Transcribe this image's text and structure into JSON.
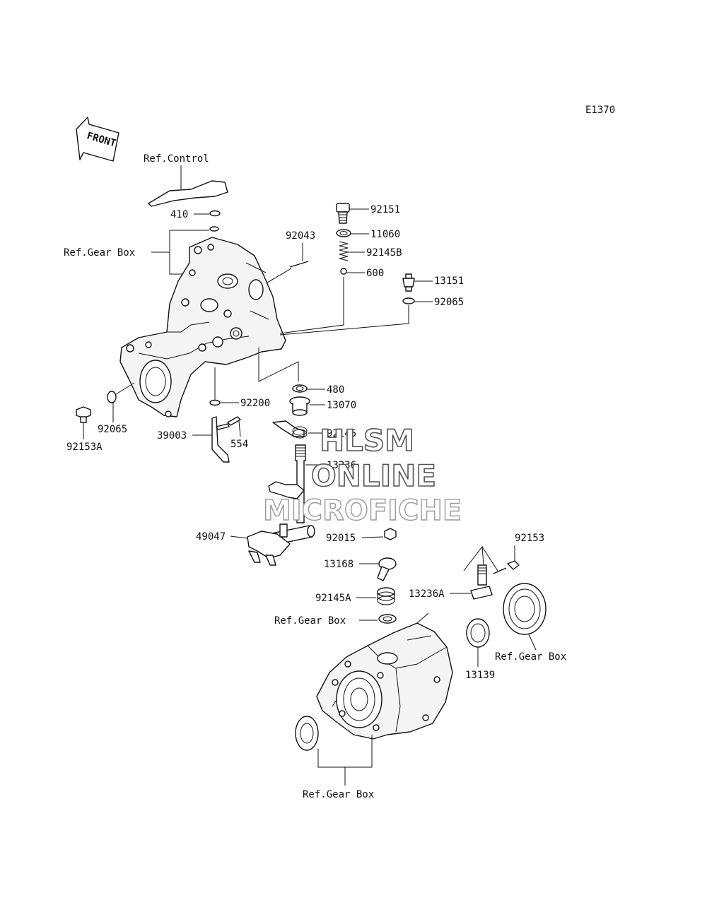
{
  "diagram_code": "E1370",
  "front_label": "FRONT",
  "callouts": {
    "ref_control": "Ref.Control",
    "ref_gear_box": "Ref.Gear Box",
    "p410": "410",
    "p92043": "92043",
    "p92151": "92151",
    "p11060": "11060",
    "p92145B": "92145B",
    "p600": "600",
    "p13151": "13151",
    "p92065": "92065",
    "p480": "480",
    "p13070": "13070",
    "p92145": "92145",
    "p13236": "13236",
    "p92200": "92200",
    "p39003": "39003",
    "p554": "554",
    "p92153A": "92153A",
    "p49047": "49047",
    "p92015": "92015",
    "p13168": "13168",
    "p92145A": "92145A",
    "p92153": "92153",
    "p13236A": "13236A",
    "p13139": "13139"
  },
  "watermark": {
    "line1": "HLSM",
    "line2": "ONLINE",
    "line3": "MICROFICHE"
  }
}
